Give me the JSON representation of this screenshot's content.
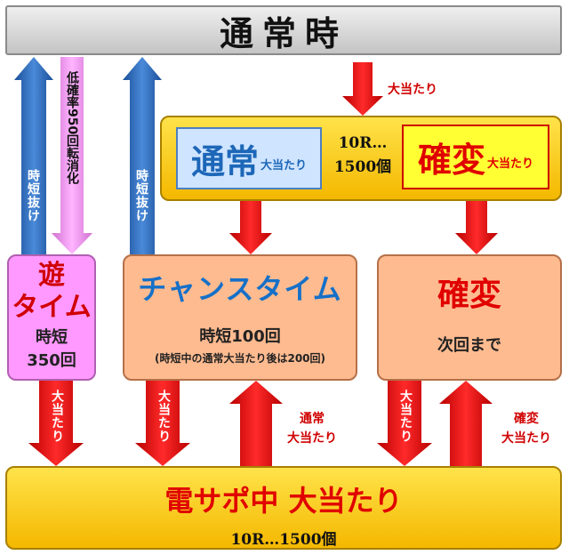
{
  "top": {
    "title": "通常時"
  },
  "first_hit": {
    "label": "大当たり"
  },
  "yellow": {
    "normal_big": "通常",
    "normal_small": "大当たり",
    "mid_line1": "10R…",
    "mid_line2": "1500個",
    "kakuhen_big": "確変",
    "kakuhen_small": "大当たり"
  },
  "asobi": {
    "line1": "遊",
    "line2": "タイム",
    "line3": "時短",
    "line4": "350回"
  },
  "chance": {
    "title": "チャンスタイム",
    "line1": "時短100回",
    "line2": "(時短中の通常大当たり後は200回)"
  },
  "kakuhen": {
    "title": "確変",
    "line1": "次回まで"
  },
  "densapo": {
    "title": "電サポ中 大当たり",
    "line1": "10R…1500個"
  },
  "vertical": {
    "jitan_exit_1": "時短抜け",
    "low_prob_text": "低確率950回転消化",
    "jitan_exit_2": "時短抜け",
    "hit_1": "大当たり",
    "hit_2": "大当たり",
    "hit_3": "大当たり"
  },
  "side_labels": {
    "normal_l1": "通常",
    "normal_l2": "大当たり",
    "kakuhen_l1": "確変",
    "kakuhen_l2": "大当たり"
  },
  "colors": {
    "red": "#e00000",
    "blue": "#1d67b8",
    "pink": "#ff99ff",
    "gold": "#f4b800"
  }
}
